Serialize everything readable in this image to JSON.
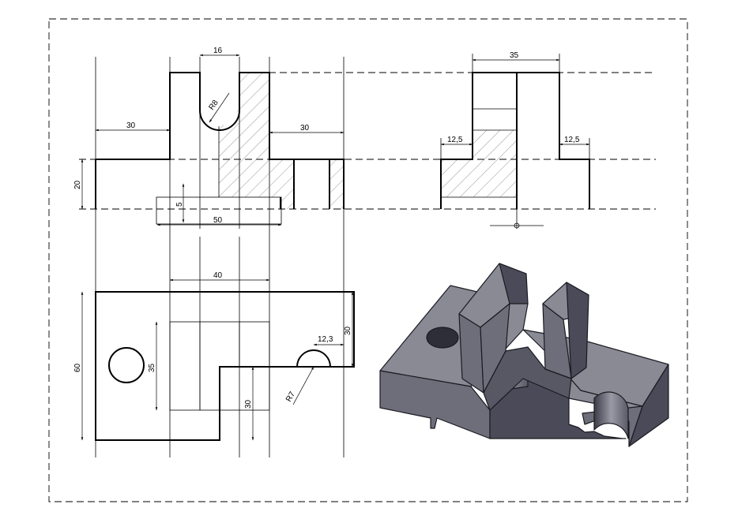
{
  "dimensions": {
    "slot_width": "16",
    "slot_radius": "R8",
    "left_step": "30",
    "right_step": "30",
    "base_height": "20",
    "slot_depth": "5",
    "front_length": "50",
    "side_width": "35",
    "side_left_step": "12,5",
    "side_right_step": "12,5",
    "top_width": "40",
    "top_depth": "60",
    "top_inner": "35",
    "top_notch": "30",
    "top_right_height": "30",
    "top_hole_offset": "12,3",
    "top_hole_radius": "R7"
  },
  "colors": {
    "line": "#000000",
    "solid_top": "#8a8a94",
    "solid_front": "#6e6e7a",
    "solid_side": "#4a4a58"
  }
}
